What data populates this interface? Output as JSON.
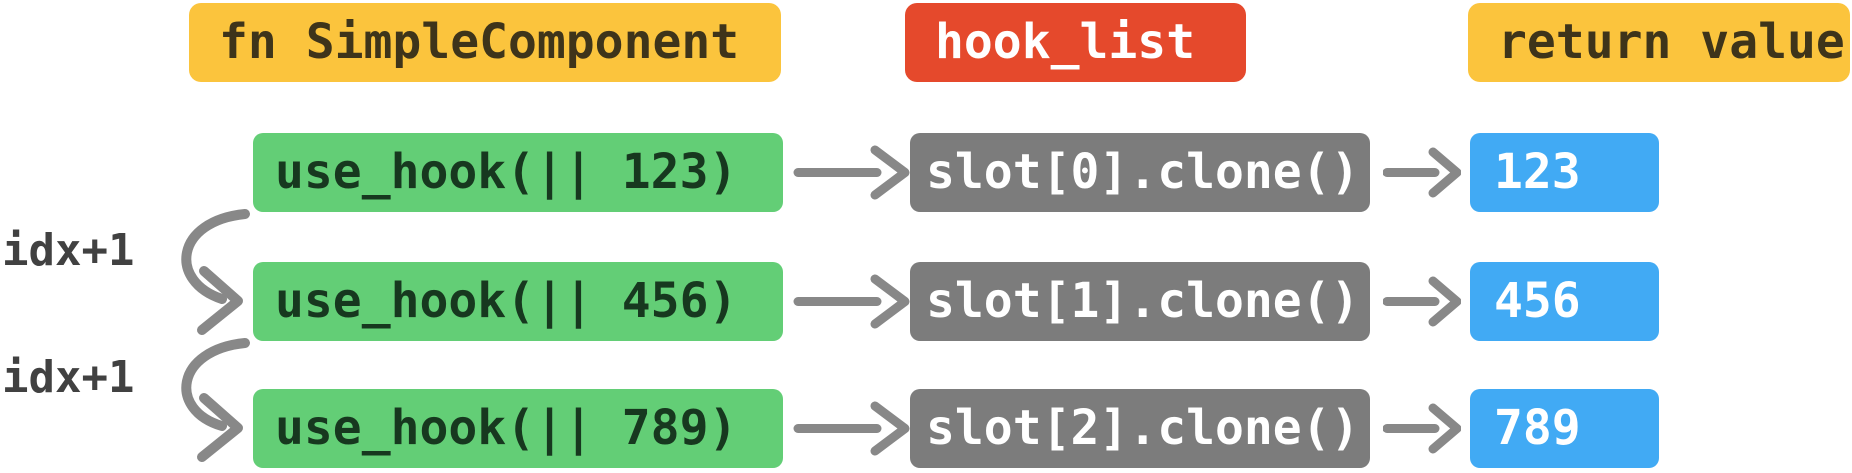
{
  "colors": {
    "canvas_bg": "#ffffff",
    "header_yellow": "#FBC43D",
    "header_yellow_text": "#3E341A",
    "header_red": "#E5492C",
    "header_red_text": "#FFFFFF",
    "hook_green": "#63CE76",
    "hook_green_text": "#17381F",
    "slot_gray": "#7C7C7C",
    "slot_gray_text": "#FFFFFF",
    "value_blue": "#41AAF4",
    "value_blue_text": "#FFFFFF",
    "arrow_gray": "#888888",
    "loop_label_text": "#414141"
  },
  "headers": {
    "component": {
      "label": "fn SimpleComponent"
    },
    "hook_list": {
      "label": "hook_list"
    },
    "return_value": {
      "label": "return value"
    }
  },
  "rows": [
    {
      "hook_call": "use_hook(|| 123)",
      "slot_expr": "slot[0].clone()",
      "return_value": "123"
    },
    {
      "hook_call": "use_hook(|| 456)",
      "slot_expr": "slot[1].clone()",
      "return_value": "456"
    },
    {
      "hook_call": "use_hook(|| 789)",
      "slot_expr": "slot[2].clone()",
      "return_value": "789"
    }
  ],
  "loop_labels": [
    {
      "text": "idx+1"
    },
    {
      "text": "idx+1"
    }
  ]
}
